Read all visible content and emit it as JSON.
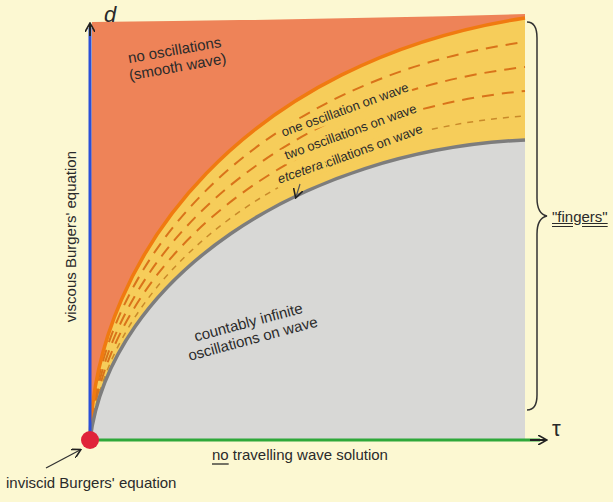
{
  "diagram": {
    "labels": [
      "d",
      "τ",
      "viscous Burgers' equation",
      "no oscillations (smooth wave)",
      "one oscillation on wave",
      "two oscillations on wave",
      "three oscillations on wave",
      "etcetera",
      "countably infinite oscillations on wave",
      "\"fingers\"",
      "no travelling wave solution",
      "inviscid Burgers' equation"
    ]
  }
}
